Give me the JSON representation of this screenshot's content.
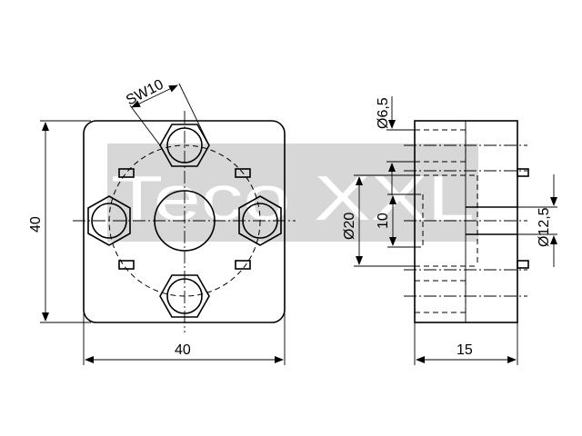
{
  "dimensions": {
    "sw": "SW10",
    "front_height": "40",
    "front_width": "40",
    "side_width": "15",
    "hole_small": "Ø6,5",
    "hole_large": "Ø20",
    "inner_10": "10",
    "hole_medium": "Ø12,5"
  },
  "watermark": {
    "text": "Teco XXL",
    "color": "#d7d7d7"
  }
}
